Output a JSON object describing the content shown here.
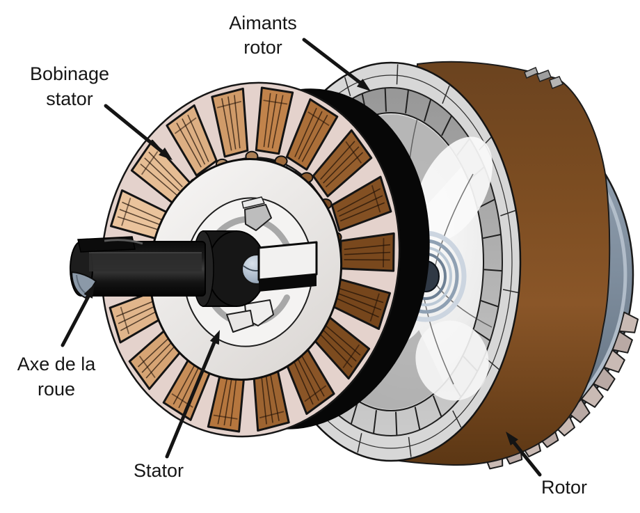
{
  "diagram": {
    "labels": {
      "aimants_rotor": [
        "Aimants",
        "rotor"
      ],
      "bobinage_stator": [
        "Bobinage",
        "stator"
      ],
      "axe_de_la_roue": [
        "Axe de la",
        "roue"
      ],
      "stator": "Stator",
      "rotor": "Rotor"
    },
    "colors": {
      "background": "#ffffff",
      "annotation": "#141414",
      "rotor_shell_brown": "#8a5628",
      "rotor_magnet_band_gray": "#b0b0b0",
      "magnet_ring_dark": "#070707",
      "stator_coil_copper": "#bc7f44",
      "stator_backing_pink": "#e4d2cc",
      "stator_core_white": "#f0eeec",
      "axle_black": "#1a1a1a",
      "axle_tip_steel": "#8b99a8",
      "bearing_steel_blue": "#8fa0b3",
      "back_cover_blue_gray": "#7e8d9d",
      "cover_fin_gray": "#c9bab4"
    }
  }
}
